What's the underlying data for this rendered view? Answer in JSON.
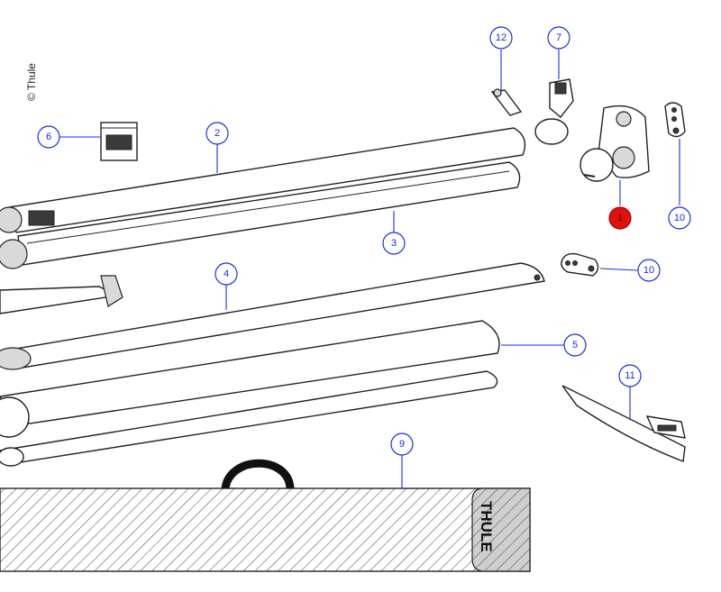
{
  "copyright": "© Thule",
  "brand_label": "THULE",
  "accent_color": "#1a2ee0",
  "highlight_color": "#e01010",
  "callouts": [
    {
      "number": "1",
      "highlighted": true
    },
    {
      "number": "2",
      "highlighted": false
    },
    {
      "number": "3",
      "highlighted": false
    },
    {
      "number": "4",
      "highlighted": false
    },
    {
      "number": "5",
      "highlighted": false
    },
    {
      "number": "6",
      "highlighted": false
    },
    {
      "number": "7",
      "highlighted": false
    },
    {
      "number": "9",
      "highlighted": false
    },
    {
      "number": "10",
      "highlighted": false
    },
    {
      "number": "10",
      "highlighted": false
    },
    {
      "number": "11",
      "highlighted": false
    },
    {
      "number": "12",
      "highlighted": false
    }
  ]
}
